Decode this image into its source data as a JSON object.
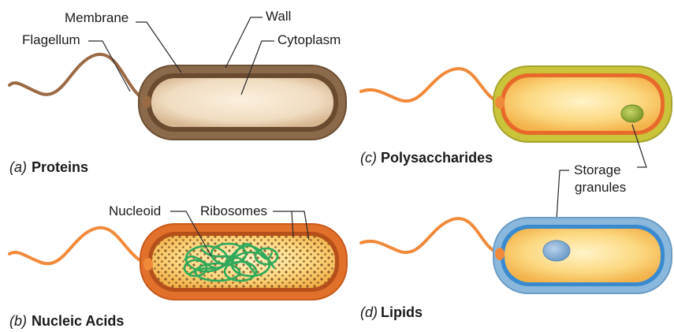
{
  "panels": [
    {
      "letter": "(a)",
      "title": "Proteins"
    },
    {
      "letter": "(b)",
      "title": "Nucleic Acids"
    },
    {
      "letter": "(c)",
      "title": "Polysaccharides"
    },
    {
      "letter": "(d)",
      "title": "Lipids"
    }
  ],
  "labels": {
    "flagellum": "Flagellum",
    "membrane": "Membrane",
    "wall": "Wall",
    "cytoplasm": "Cytoplasm",
    "nucleoid": "Nucleoid",
    "ribosomes": "Ribosomes",
    "storage_line1": "Storage",
    "storage_line2": "granules"
  },
  "colors": {
    "protein_wall": "#8a6a4a",
    "protein_cytoplasm": "#f2dfc4",
    "nucleic_wall": "#e0702a",
    "nucleic_nucleoid": "#2faa5a",
    "polysaccharide_wall": "#c9c43a",
    "lipid_wall": "#8ab8dc",
    "cytoplasm_yellow": "#fbd57a",
    "flagellum_orange": "#f08a3a",
    "flagellum_brown": "#9a6a44"
  }
}
